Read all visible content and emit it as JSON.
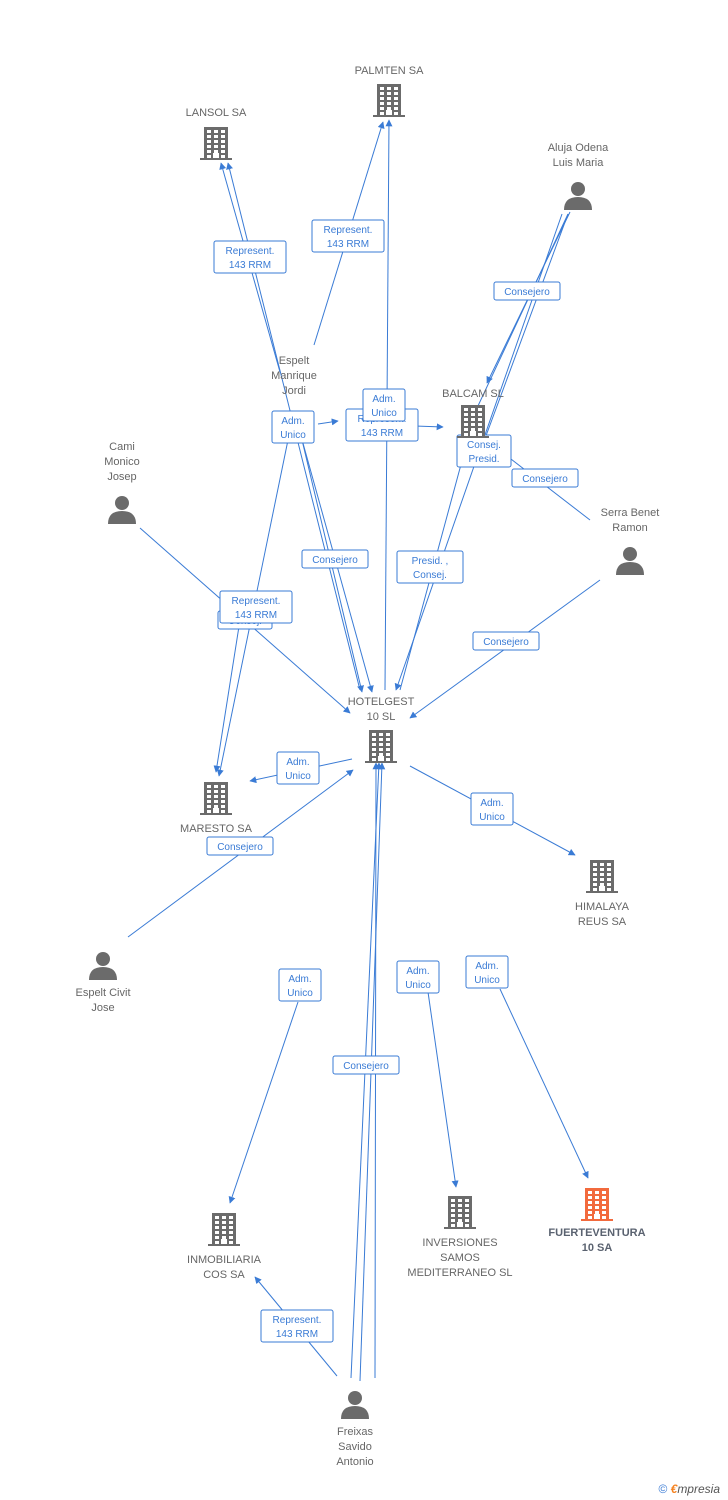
{
  "colors": {
    "node": "#6b6b6b",
    "focus": "#f26a3d",
    "edge": "#3a7bd5"
  },
  "nodes": [
    {
      "id": "palmten",
      "kind": "company",
      "lines": [
        "PALMTEN SA"
      ]
    },
    {
      "id": "lansol",
      "kind": "company",
      "lines": [
        "LANSOL SA"
      ]
    },
    {
      "id": "aluja",
      "kind": "person",
      "lines": [
        "Aluja Odena",
        "Luis Maria"
      ]
    },
    {
      "id": "espelt_m",
      "kind": "label",
      "lines": [
        "Espelt",
        "Manrique",
        "Jordi"
      ]
    },
    {
      "id": "balcam",
      "kind": "company",
      "lines": [
        "BALCAM SL"
      ]
    },
    {
      "id": "cami",
      "kind": "person",
      "lines": [
        "Cami",
        "Monico",
        "Josep"
      ]
    },
    {
      "id": "serra",
      "kind": "person",
      "lines": [
        "Serra Benet",
        "Ramon"
      ]
    },
    {
      "id": "hotelgest",
      "kind": "company",
      "lines": [
        "HOTELGEST",
        "10 SL"
      ]
    },
    {
      "id": "maresto",
      "kind": "company",
      "lines": [
        "MARESTO SA"
      ]
    },
    {
      "id": "himalaya",
      "kind": "company",
      "lines": [
        "HIMALAYA",
        "REUS SA"
      ]
    },
    {
      "id": "espelt_c",
      "kind": "person",
      "lines": [
        "Espelt Civit",
        "Jose"
      ]
    },
    {
      "id": "inmobiliaria",
      "kind": "company",
      "lines": [
        "INMOBILIARIA",
        "COS SA"
      ]
    },
    {
      "id": "inversiones",
      "kind": "company",
      "lines": [
        "INVERSIONES",
        "SAMOS",
        "MEDITERRANEO SL"
      ]
    },
    {
      "id": "fuerteventura",
      "kind": "focus",
      "lines": [
        "FUERTEVENTURA",
        "10 SA"
      ]
    },
    {
      "id": "freixas",
      "kind": "person",
      "lines": [
        "Freixas",
        "Savido",
        "Antonio"
      ]
    }
  ],
  "edges": [
    {
      "id": "e1",
      "lines": [
        "Represent.",
        "143 RRM"
      ]
    },
    {
      "id": "e2",
      "lines": [
        "Represent.",
        "143 RRM"
      ]
    },
    {
      "id": "e3",
      "lines": [
        "Consejero"
      ]
    },
    {
      "id": "e4",
      "lines": [
        "Adm.",
        "Unico"
      ]
    },
    {
      "id": "e5",
      "lines": [
        "Represent.",
        "143 RRM"
      ]
    },
    {
      "id": "e6",
      "lines": [
        "Adm.",
        "Unico"
      ]
    },
    {
      "id": "e7",
      "lines": [
        "Consej.",
        "Presid."
      ]
    },
    {
      "id": "e8",
      "lines": [
        "Consejero"
      ]
    },
    {
      "id": "e9",
      "lines": [
        "Consejero"
      ]
    },
    {
      "id": "e10",
      "lines": [
        "Presid. ,",
        "Consej."
      ]
    },
    {
      "id": "e11",
      "lines": [
        "Consej."
      ]
    },
    {
      "id": "e12",
      "lines": [
        "Represent.",
        "143 RRM"
      ]
    },
    {
      "id": "e13",
      "lines": [
        "Consejero"
      ]
    },
    {
      "id": "e14",
      "lines": [
        "Adm.",
        "Unico"
      ]
    },
    {
      "id": "e15",
      "lines": [
        "Consejero"
      ]
    },
    {
      "id": "e16",
      "lines": [
        "Adm.",
        "Unico"
      ]
    },
    {
      "id": "e17",
      "lines": [
        "Adm.",
        "Unico"
      ]
    },
    {
      "id": "e18",
      "lines": [
        "Consejero"
      ]
    },
    {
      "id": "e19",
      "lines": [
        "Adm.",
        "Unico"
      ]
    },
    {
      "id": "e20",
      "lines": [
        "Adm.",
        "Unico"
      ]
    },
    {
      "id": "e21",
      "lines": [
        "Represent.",
        "143 RRM"
      ]
    }
  ],
  "footer": {
    "symbol": "©",
    "brand_e": "€",
    "brand_rest": "mpresia"
  }
}
